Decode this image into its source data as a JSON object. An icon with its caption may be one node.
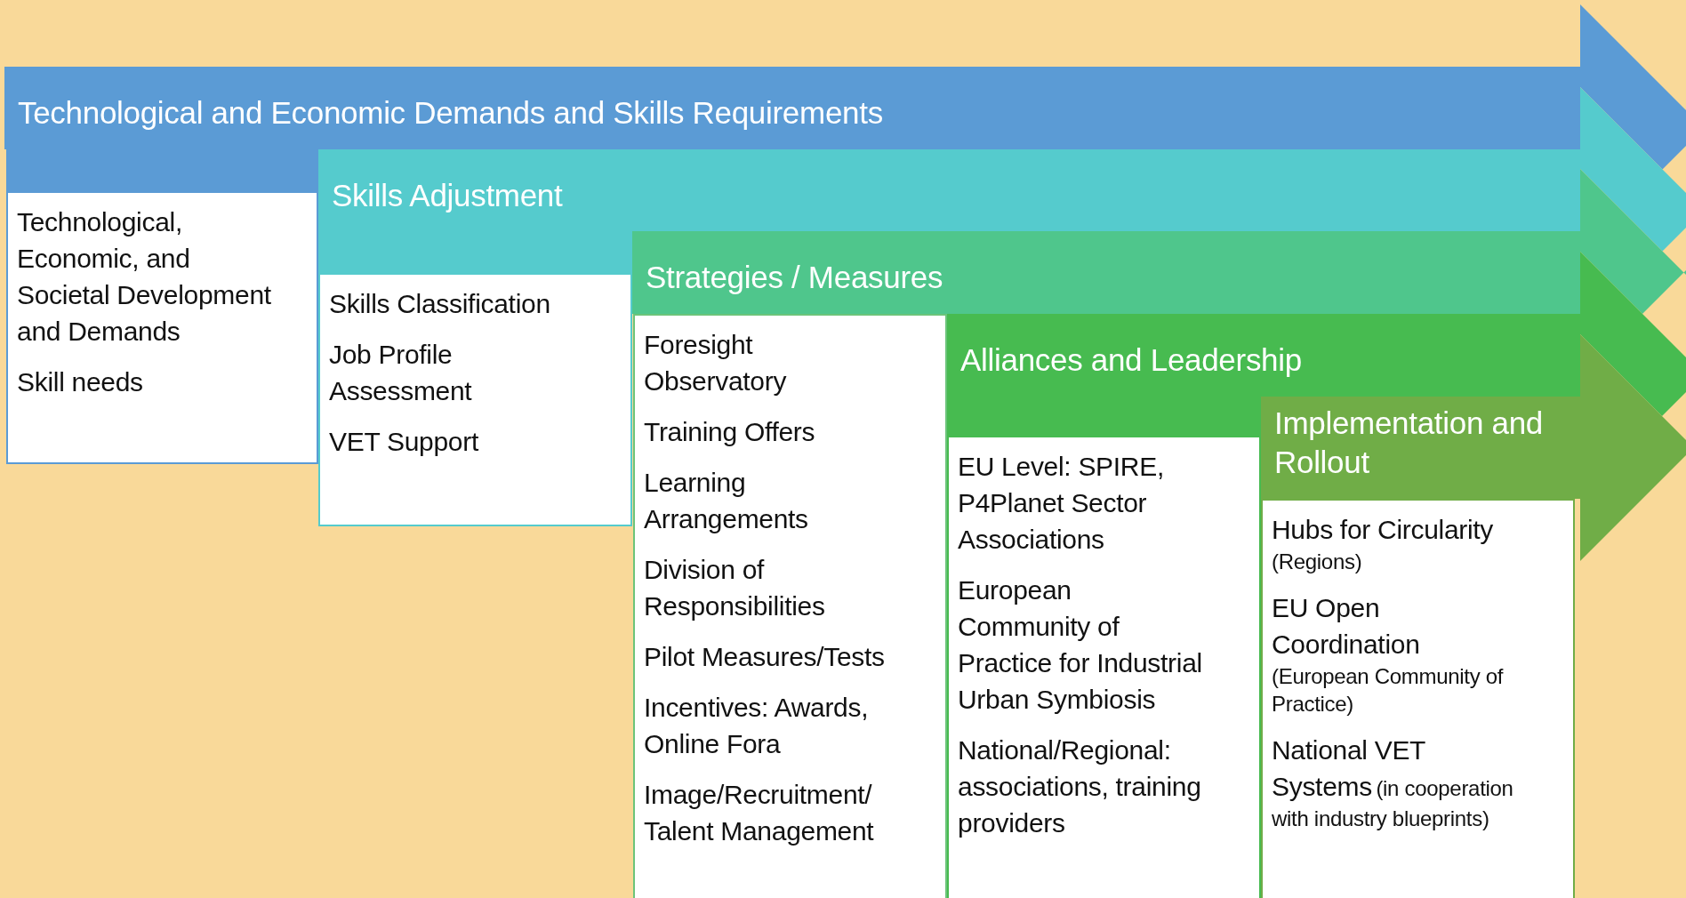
{
  "diagram": {
    "nodes": [
      {
        "text": [
          "Technological and Economic Demands and Skills Requirements"
        ]
      },
      {
        "text": [
          "Technological, Economic, and Societal Development and Demands",
          "Skill needs"
        ]
      },
      {
        "text": [
          "Skills Adjustment"
        ]
      },
      {
        "text": [
          "Skills Classification",
          "Job Profile Assessment",
          "VET Support"
        ]
      },
      {
        "text": [
          "Strategies / Measures"
        ]
      },
      {
        "text": [
          "Foresight Observatory",
          "Training Offers",
          "Learning Arrangements",
          "Division of Responsibilities",
          "Pilot Measures/Tests",
          "Incentives: Awards, Online Fora",
          "Image/Recruitment/ Talent Management"
        ]
      },
      {
        "text": [
          "Alliances and Leadership"
        ]
      },
      {
        "text": [
          "EU Level: SPIRE, P4Planet Sector Associations",
          "European Community of Practice for Industrial Urban Symbiosis",
          "National/Regional: associations, training providers"
        ]
      },
      {
        "text": [
          "Implementation and Rollout"
        ]
      },
      {
        "text": [
          "Hubs for Circularity",
          "(Regions)",
          "EU Open Coordination",
          "(European Community of Practice)",
          "National VET Systems",
          "(in cooperation with industry blueprints)"
        ]
      }
    ]
  }
}
